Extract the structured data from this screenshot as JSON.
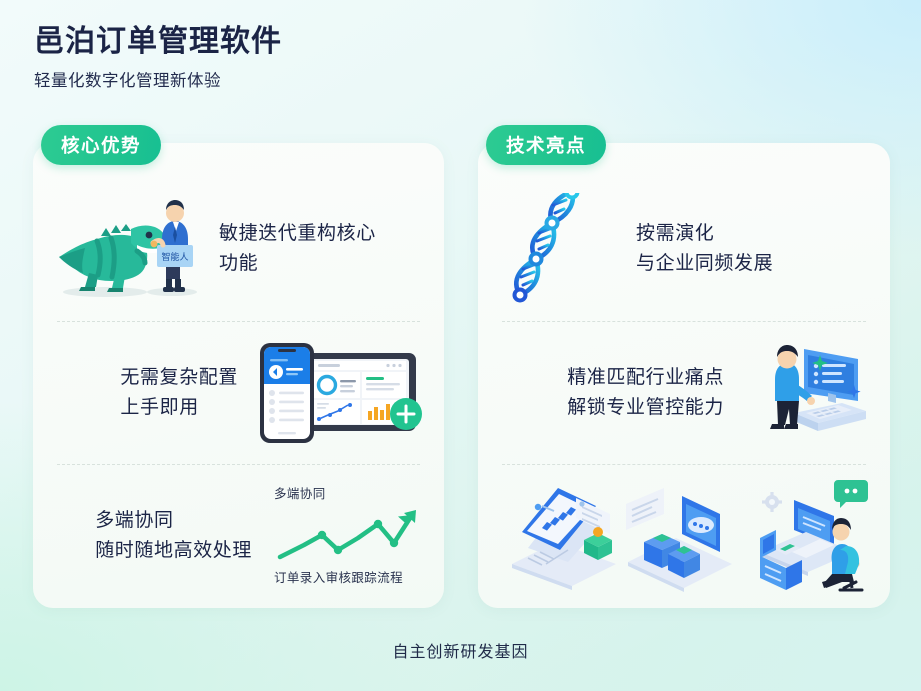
{
  "header": {
    "title": "邑泊订单管理软件",
    "subtitle": "轻量化数字化管理新体验"
  },
  "cards": [
    {
      "badge": "核心优势",
      "rows": [
        {
          "text": "敏捷迭代重构核心\n功能",
          "art": "dinosaur-and-person-illustration",
          "art_label": "智能人"
        },
        {
          "text": "无需复杂配置\n上手即用",
          "art": "phone-dashboard-illustration"
        },
        {
          "text": "多端协同\n随时随地高效处理",
          "art": "growth-line-chart",
          "chart_caption_top": "多端协同",
          "chart_caption_bottom": "订单录入审核跟踪流程"
        }
      ]
    },
    {
      "badge": "技术亮点",
      "rows": [
        {
          "text": "按需演化\n与企业同频发展",
          "art": "dna-helix-icon"
        },
        {
          "text": "精准匹配行业痛点\n解锁专业管控能力",
          "art": "person-at-desktop-illustration"
        },
        {
          "text": "",
          "art": "three-isometric-workstations-illustration"
        }
      ]
    }
  ],
  "footer": "自主创新研发基因",
  "colors": {
    "brand_green": "#21c490",
    "brand_blue": "#2f76e8",
    "title_navy": "#1b2446",
    "card_bg": "#f8fcf9",
    "bg_blue": "#c9eefb",
    "bg_mint": "#cdf4e6"
  },
  "chart_data": {
    "type": "line",
    "title": "多端协同",
    "annotation": "订单录入审核跟踪流程",
    "xlabel": "",
    "ylabel": "",
    "x": [
      0,
      1,
      2,
      3,
      4,
      5,
      6
    ],
    "values": [
      8,
      30,
      14,
      40,
      55,
      32,
      78
    ],
    "series": [
      {
        "name": "多端协同",
        "values": [
          8,
          30,
          14,
          40,
          55,
          32,
          78
        ]
      }
    ],
    "ylim": [
      0,
      90
    ],
    "grid": false,
    "legend": "none",
    "line_color": "#23bf85",
    "arrow_end": true
  }
}
